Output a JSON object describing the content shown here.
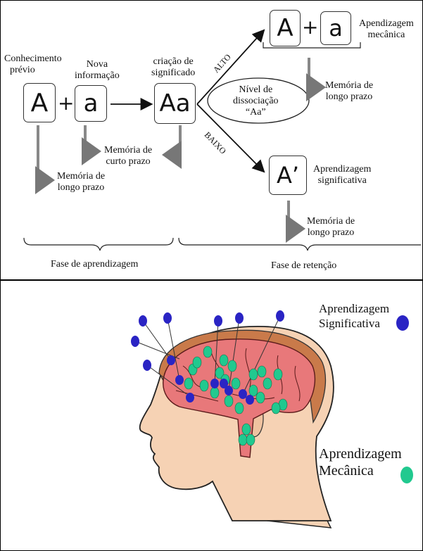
{
  "top": {
    "labels": {
      "conhecimento": [
        "Conhecimento",
        "prévio"
      ],
      "nova": [
        "Nova",
        "informação"
      ],
      "criacao": [
        "criação de",
        "significado"
      ],
      "memoria_longo_1": [
        "Memória de",
        "longo prazo"
      ],
      "memoria_curto": [
        "Memória de",
        "curto prazo"
      ],
      "nivel": [
        "Nível de",
        "dissociação",
        "“Aa”"
      ],
      "alto": "ALTO",
      "baixo": "BAIXO",
      "apr_mecanica": [
        "Apendizagem",
        "mecânica"
      ],
      "memoria_longo_2": [
        "Memória de",
        "longo prazo"
      ],
      "apr_significativa": [
        "Aprendizagem",
        "significativa"
      ],
      "memoria_longo_3": [
        "Memória de",
        "longo prazo"
      ],
      "fase_aprendizagem": "Fase de aprendizagem",
      "fase_retencao": "Fase de retenção"
    },
    "boxes": {
      "A": "A",
      "a": "a",
      "Aa": "Aa",
      "A2": "A",
      "a2": "a",
      "Aprime": "A’"
    },
    "plus": "+"
  },
  "bottom": {
    "legend": {
      "significativa": [
        "Aprendizagem",
        "Significativa"
      ],
      "mecanica": [
        "Aprendizagem",
        "Mecânica"
      ]
    },
    "colors": {
      "significativa": "#2a24c4",
      "mecanica": "#21c98f",
      "brain": "#e8787a",
      "skin": "#f6d2b4",
      "scalp": "#c97a4a"
    }
  }
}
